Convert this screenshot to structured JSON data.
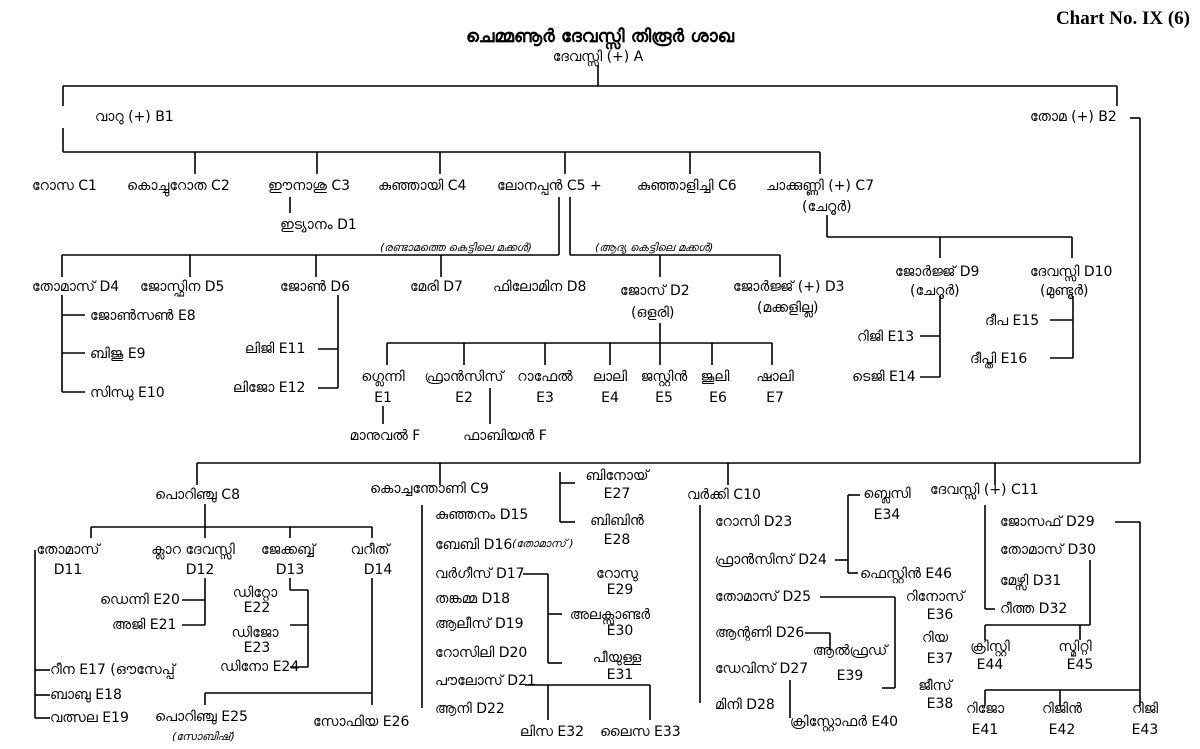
{
  "chart_number": "Chart No. IX (6)",
  "title": "ചെമ്മണൂർ ദേവസ്സി തിരൂർ ശാഖ",
  "root": "ദേവസ്സി (+) A",
  "notes": {
    "second_marriage": "(രണ്ടാമത്തെ കെട്ടിലെ മക്കൾ)",
    "first_marriage": "(ആദ്യ കെട്ടിലെ മക്കൾ)"
  },
  "people": {
    "B1": "വാറു (+) B1",
    "B2": "തോമ (+) B2",
    "C1": "റോസ C1",
    "C2": "കൊച്ചുറോത C2",
    "C3": "ഈനാശു C3",
    "C4": "കുഞ്ഞായി C4",
    "C5": "ലോനപ്പൻ C5 +",
    "C6": "കുഞ്ഞാളിച്ചി C6",
    "C7": "ചാക്കുണ്ണി (+) C7",
    "C7_place": "(ചേറൂർ)",
    "D1": "ഇട്യാനം D1",
    "D4": "തോമാസ് D4",
    "D5": "ജോസ്ഫിന D5",
    "D6": "ജോൺ D6",
    "D7": "മേരി D7",
    "D8": "ഫിലോമിന D8",
    "D2": "ജോസ് D2",
    "D2_place": "(ഒളരി)",
    "D3": "ജോർജ്ജ് (+) D3",
    "D3_note": "(മക്കളില്ല)",
    "D9": "ജോർജ്ജ് D9",
    "D9_place": "(ചേറൂർ)",
    "D10": "ദേവസ്സി D10",
    "D10_place": "(മുണ്ടൂർ)",
    "E8": "ജോൺസൺ E8",
    "E9": "ബിജു E9",
    "E10": "സിന്ധു E10",
    "E11": "ലിജി E11",
    "E12": "ലിജോ E12",
    "E13": "റിജി E13",
    "E14": "ടെജി E14",
    "E15": "ദീപ E15",
    "E16": "ദീപ്തി E16",
    "E1_name": "ഗ്ലെന്നി",
    "E1_code": "E1",
    "E2_name": "ഫ്രാൻസിസ്",
    "E2_code": "E2",
    "E3_name": "റാഫേൽ",
    "E3_code": "E3",
    "E4_name": "ലാലി",
    "E4_code": "E4",
    "E5_name": "ജസ്റ്റിൻ",
    "E5_code": "E5",
    "E6_name": "ജൂലി",
    "E6_code": "E6",
    "E7_name": "ഷാലി",
    "E7_code": "E7",
    "F1": "മാനുവൽ F",
    "F2": "ഫാബിയൻ F",
    "C8": "പൊറിഞ്ചു C8",
    "C9": "കൊച്ചന്തോണി C9",
    "C10": "വർക്കി C10",
    "C11": "ദേവസ്സി (+) C11",
    "D11_name": "തോമാസ്",
    "D11_code": "D11",
    "D12_name": "ക്ലാറ ദേവസ്സി",
    "D12_code": "D12",
    "D13_name": "ജേക്കബ്ബ്",
    "D13_code": "D13",
    "D14_name": "വറീത്",
    "D14_code": "D14",
    "E20": "ഡെന്നി E20",
    "E21": "അജി E21",
    "E22_name": "ഡിറ്റോ",
    "E22_code": "E22",
    "E23_name": "ഡിജോ",
    "E23_code": "E23",
    "E24": "ഡിനോ E24",
    "E17": "റീന E17 (ഔസേപ്പ്",
    "E18": "ബാബു E18",
    "E19": "വത്സല E19",
    "E25": "പൊറിഞ്ചു E25",
    "E25_note": "(സോബിഷ്)",
    "E26": "സോഫിയ E26",
    "D15": "കുഞ്ഞനം D15",
    "D16": "ബേബി D16",
    "D16_note": "(തോമാസ് )",
    "D17": "വർഗീസ് D17",
    "D18": "തങ്കമ്മ D18",
    "D19": "ആലീസ് D19",
    "D20": "റോസിലി D20",
    "D21": "പൗലോസ് D21",
    "D22": "ആനി D22",
    "E27_name": "ബിനോയ്",
    "E27_code": "E27",
    "E28_name": "ബിബിൻ",
    "E28_code": "E28",
    "E29_name": "റോസു",
    "E29_code": "E29",
    "E30_name": "അലക്സാണ്ടർ",
    "E30_code": "E30",
    "E31_name": "പീയുള്ള",
    "E31_code": "E31",
    "E32": "ലിസ E32",
    "E33": "ലൈസ E33",
    "D23": "റോസി D23",
    "D24": "ഫ്രാൻസിസ് D24",
    "D25": "തോമാസ് D25",
    "D26": "ആന്റണി D26",
    "D27": "ഡേവിസ് D27",
    "D28": "മിനി D28",
    "E34_name": "ബ്ലെസി",
    "E34_code": "E34",
    "E46": "ഫെസ്റ്റിൻ E46",
    "E36_name": "റിനോസ്",
    "E36_code": "E36",
    "E37_name": "റിയ",
    "E37_code": "E37",
    "E38_name": "ജീസ്",
    "E38_code": "E38",
    "E39_name": "ആൽഫ്രഡ്",
    "E39_code": "E39",
    "E40": "ക്രിസ്റ്റോഫർ E40",
    "D29": "ജോസഫ് D29",
    "D30": "തോമാസ് D30",
    "D31": "മേഴ്സി D31",
    "D32": "റീത്ത D32",
    "E44_name": "ക്രിസ്റ്റി",
    "E44_code": "E44",
    "E45_name": "സ്മിറ്റി",
    "E45_code": "E45",
    "E41_name": "റിജോ",
    "E41_code": "E41",
    "E42_name": "റിജിൻ",
    "E42_code": "E42",
    "E43_name": "റിജി",
    "E43_code": "E43"
  }
}
